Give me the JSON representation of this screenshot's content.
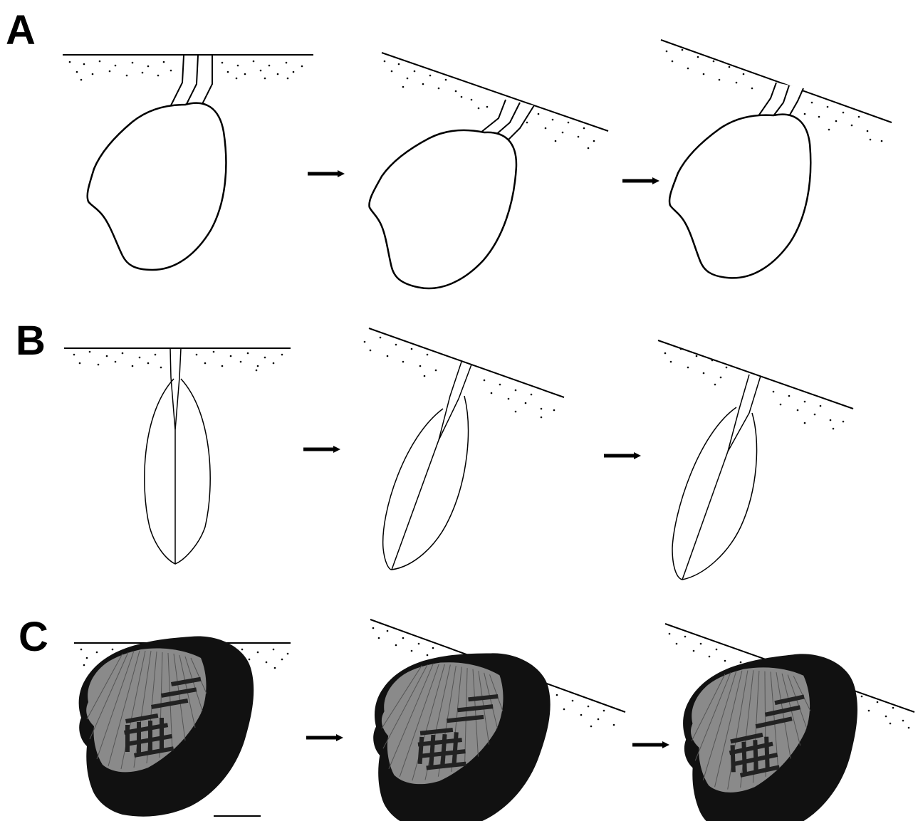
{
  "panels": [
    {
      "id": "A",
      "label": "A"
    },
    {
      "id": "B",
      "label": "B"
    },
    {
      "id": "C",
      "label": "C"
    }
  ],
  "colors": {
    "ink": "#000000",
    "background": "#ffffff",
    "shell_dark": "#111111",
    "shell_light": "#8a8a8a"
  },
  "icons": {
    "transition": "right-arrow-icon",
    "scale": "scale-bar"
  }
}
